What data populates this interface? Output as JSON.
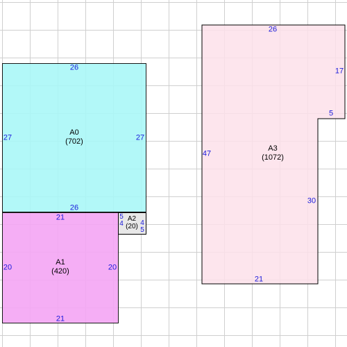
{
  "colors": {
    "grid": "#cfcfcf",
    "dimension_text": "#1a1adb",
    "wall": "#000000"
  },
  "rooms": [
    {
      "id": "A0",
      "area": "(702)",
      "fill": "#aaf8f8",
      "dims": {
        "top": "26",
        "bottom": "26",
        "left": "27",
        "right": "27"
      }
    },
    {
      "id": "A1",
      "area": "(420)",
      "fill": "#f5a6f5",
      "dims": {
        "top": "21",
        "bottom": "21",
        "left": "20",
        "right": "20"
      }
    },
    {
      "id": "A2",
      "area": "(20)",
      "fill": "#e8e8e8",
      "dims": {
        "left_top": "5",
        "left_bottom": "4",
        "right_top": "4",
        "right_bottom": "5"
      }
    },
    {
      "id": "A3",
      "area": "(1072)",
      "fill": "#fde0ea",
      "dims": {
        "top": "26",
        "right_upper": "17",
        "step": "5",
        "right_lower": "30",
        "bottom": "21",
        "left": "47"
      }
    }
  ]
}
